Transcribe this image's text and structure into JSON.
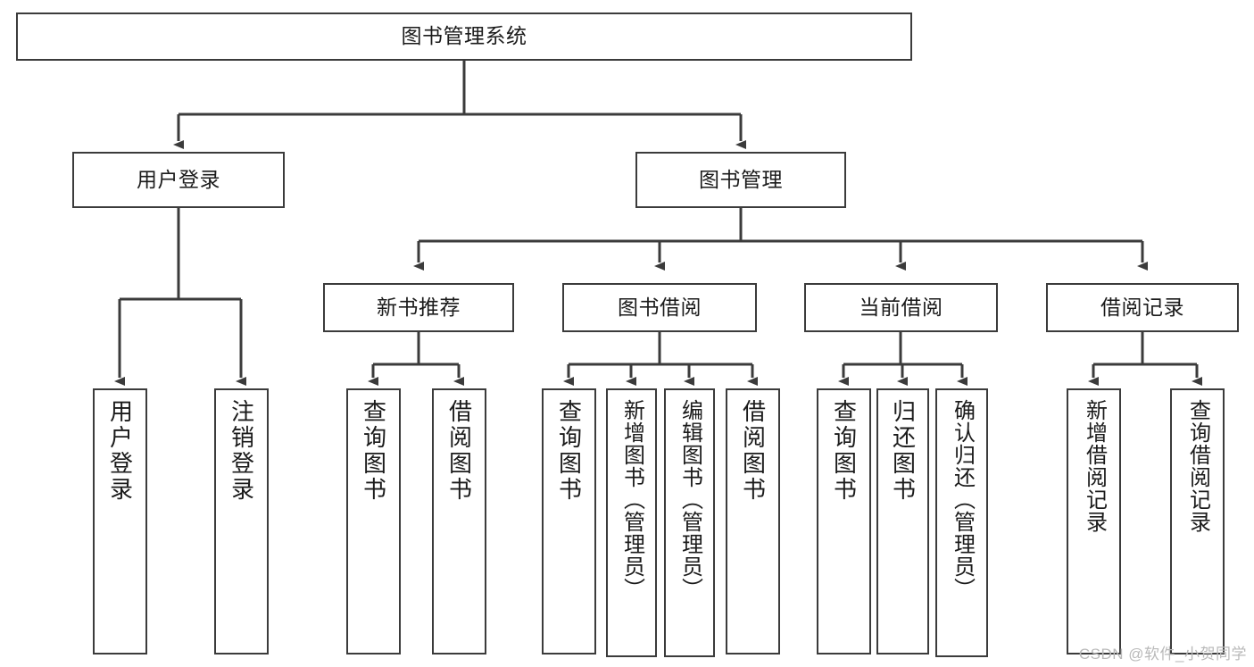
{
  "diagram": {
    "title": "图书管理系统",
    "type": "tree",
    "root": {
      "id": "root",
      "label": "图书管理系统"
    },
    "level2": [
      {
        "id": "user-login",
        "label": "用户登录"
      },
      {
        "id": "book-manage",
        "label": "图书管理"
      }
    ],
    "level3": [
      {
        "id": "new-book-recommend",
        "label": "新书推荐"
      },
      {
        "id": "book-borrow",
        "label": "图书借阅"
      },
      {
        "id": "current-borrow",
        "label": "当前借阅"
      },
      {
        "id": "borrow-record",
        "label": "借阅记录"
      }
    ],
    "leaves": {
      "user_login": [
        {
          "id": "leaf-user-login",
          "label": "用户登录"
        },
        {
          "id": "leaf-logout-login",
          "label": "注销登录"
        }
      ],
      "new_book_recommend": [
        {
          "id": "leaf-query-book-1",
          "label": "查询图书"
        },
        {
          "id": "leaf-borrow-book-1",
          "label": "借阅图书"
        }
      ],
      "book_borrow": [
        {
          "id": "leaf-query-book-2",
          "label": "查询图书"
        },
        {
          "id": "leaf-add-book",
          "label": "新增图书（管理员）"
        },
        {
          "id": "leaf-edit-book",
          "label": "编辑图书（管理员）"
        },
        {
          "id": "leaf-borrow-book-2",
          "label": "借阅图书"
        }
      ],
      "current_borrow": [
        {
          "id": "leaf-query-book-3",
          "label": "查询图书"
        },
        {
          "id": "leaf-return-book",
          "label": "归还图书"
        },
        {
          "id": "leaf-confirm-return",
          "label": "确认归还（管理员）"
        }
      ],
      "borrow_record": [
        {
          "id": "leaf-add-record",
          "label": "新增借阅记录"
        },
        {
          "id": "leaf-query-record",
          "label": "查询借阅记录"
        }
      ]
    }
  },
  "watermark": "CSDN @软件_小贺同学",
  "colors": {
    "stroke": "#3b3b3b",
    "fill": "#ffffff",
    "text": "#1b1b1b",
    "watermark": "#b9b9b9"
  }
}
